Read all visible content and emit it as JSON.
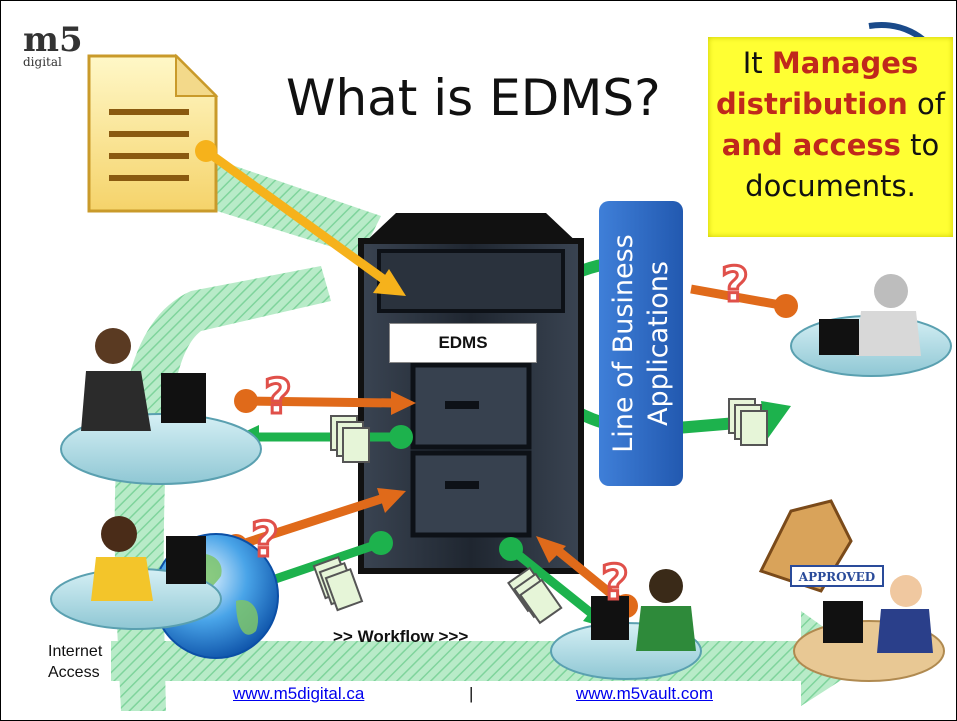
{
  "logo": {
    "mark": "m5",
    "sub": "digital"
  },
  "title": "What is EDMS?",
  "callout": {
    "w1": "It",
    "w2": "Manages",
    "w3": "distribution",
    "w4": "of",
    "w5": "and access",
    "w6": "to",
    "w7": "documents."
  },
  "server_label": "EDMS",
  "lob": {
    "line1": "Line of Business",
    "line2": "Applications"
  },
  "workflow": ">> Workflow >>>",
  "internet": {
    "line1": "Internet",
    "line2": "Access"
  },
  "footer": {
    "link1": "www.m5digital.ca",
    "separator": "|",
    "link2": "www.m5vault.com"
  },
  "stamp": "APPROVED",
  "question_mark": "?",
  "colors": {
    "yellow_arrow": "#f6b21b",
    "orange_arrow": "#e06a1a",
    "green_arrow": "#1db24d",
    "workflow_band": "#9be0b4",
    "lob_box": "#2f6dc8",
    "callout_bg": "#ffff33",
    "server": "#2b3340"
  }
}
